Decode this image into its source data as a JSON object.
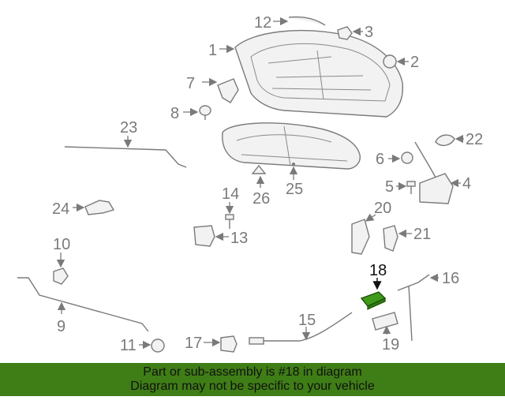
{
  "diagram": {
    "callouts": {
      "p1": "1",
      "p2": "2",
      "p3": "3",
      "p4": "4",
      "p5": "5",
      "p6": "6",
      "p7": "7",
      "p8": "8",
      "p9": "9",
      "p10": "10",
      "p11": "11",
      "p12": "12",
      "p13": "13",
      "p14": "14",
      "p15": "15",
      "p16": "16",
      "p17": "17",
      "p18": "18",
      "p19": "19",
      "p20": "20",
      "p21": "21",
      "p22": "22",
      "p23": "23",
      "p24": "24",
      "p25": "25",
      "p26": "26"
    },
    "highlighted_part": "18",
    "highlight_color": "#3f9a1a"
  },
  "banner": {
    "line1": "Part or sub-assembly is #18 in diagram",
    "line2": "Diagram may not be specific to your vehicle",
    "color": "#3f7d16"
  }
}
